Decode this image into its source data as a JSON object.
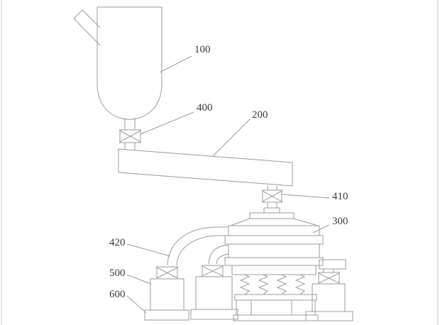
{
  "figure": {
    "kind": "patent-style line diagram of material processing equipment",
    "colors": {
      "bg": "#ffffff",
      "stroke": "#9b9b9b",
      "label": "#3a3a3a",
      "frame": "#c9c9c9"
    },
    "labels": {
      "hopper": "100",
      "conveyor": "200",
      "sieve": "300",
      "hopper_valve": "400",
      "discharge_valve": "410",
      "pipe": "420",
      "container": "500",
      "base": "600"
    }
  }
}
